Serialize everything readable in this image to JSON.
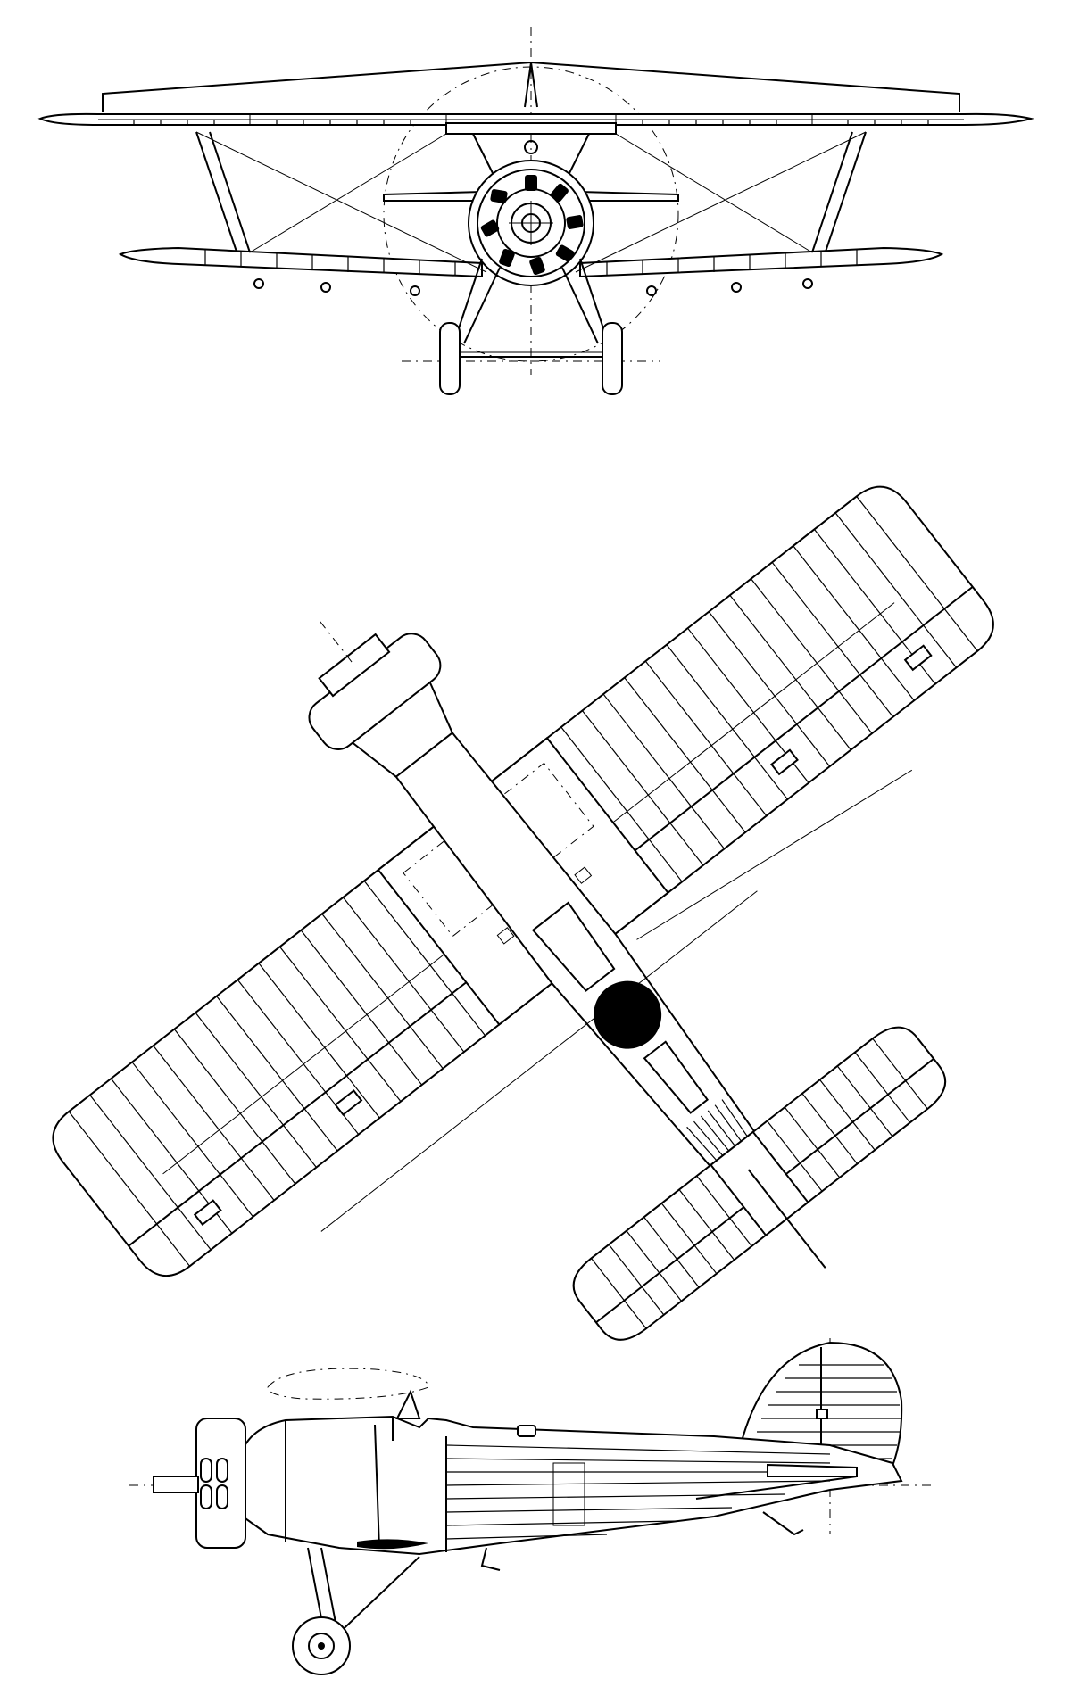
{
  "drawing": {
    "line_color": "#000000",
    "paper_color": "#ffffff",
    "views": [
      {
        "id": "front",
        "icon": "biplane-front-view"
      },
      {
        "id": "top",
        "icon": "biplane-top-view"
      },
      {
        "id": "side",
        "icon": "biplane-side-view"
      }
    ]
  }
}
